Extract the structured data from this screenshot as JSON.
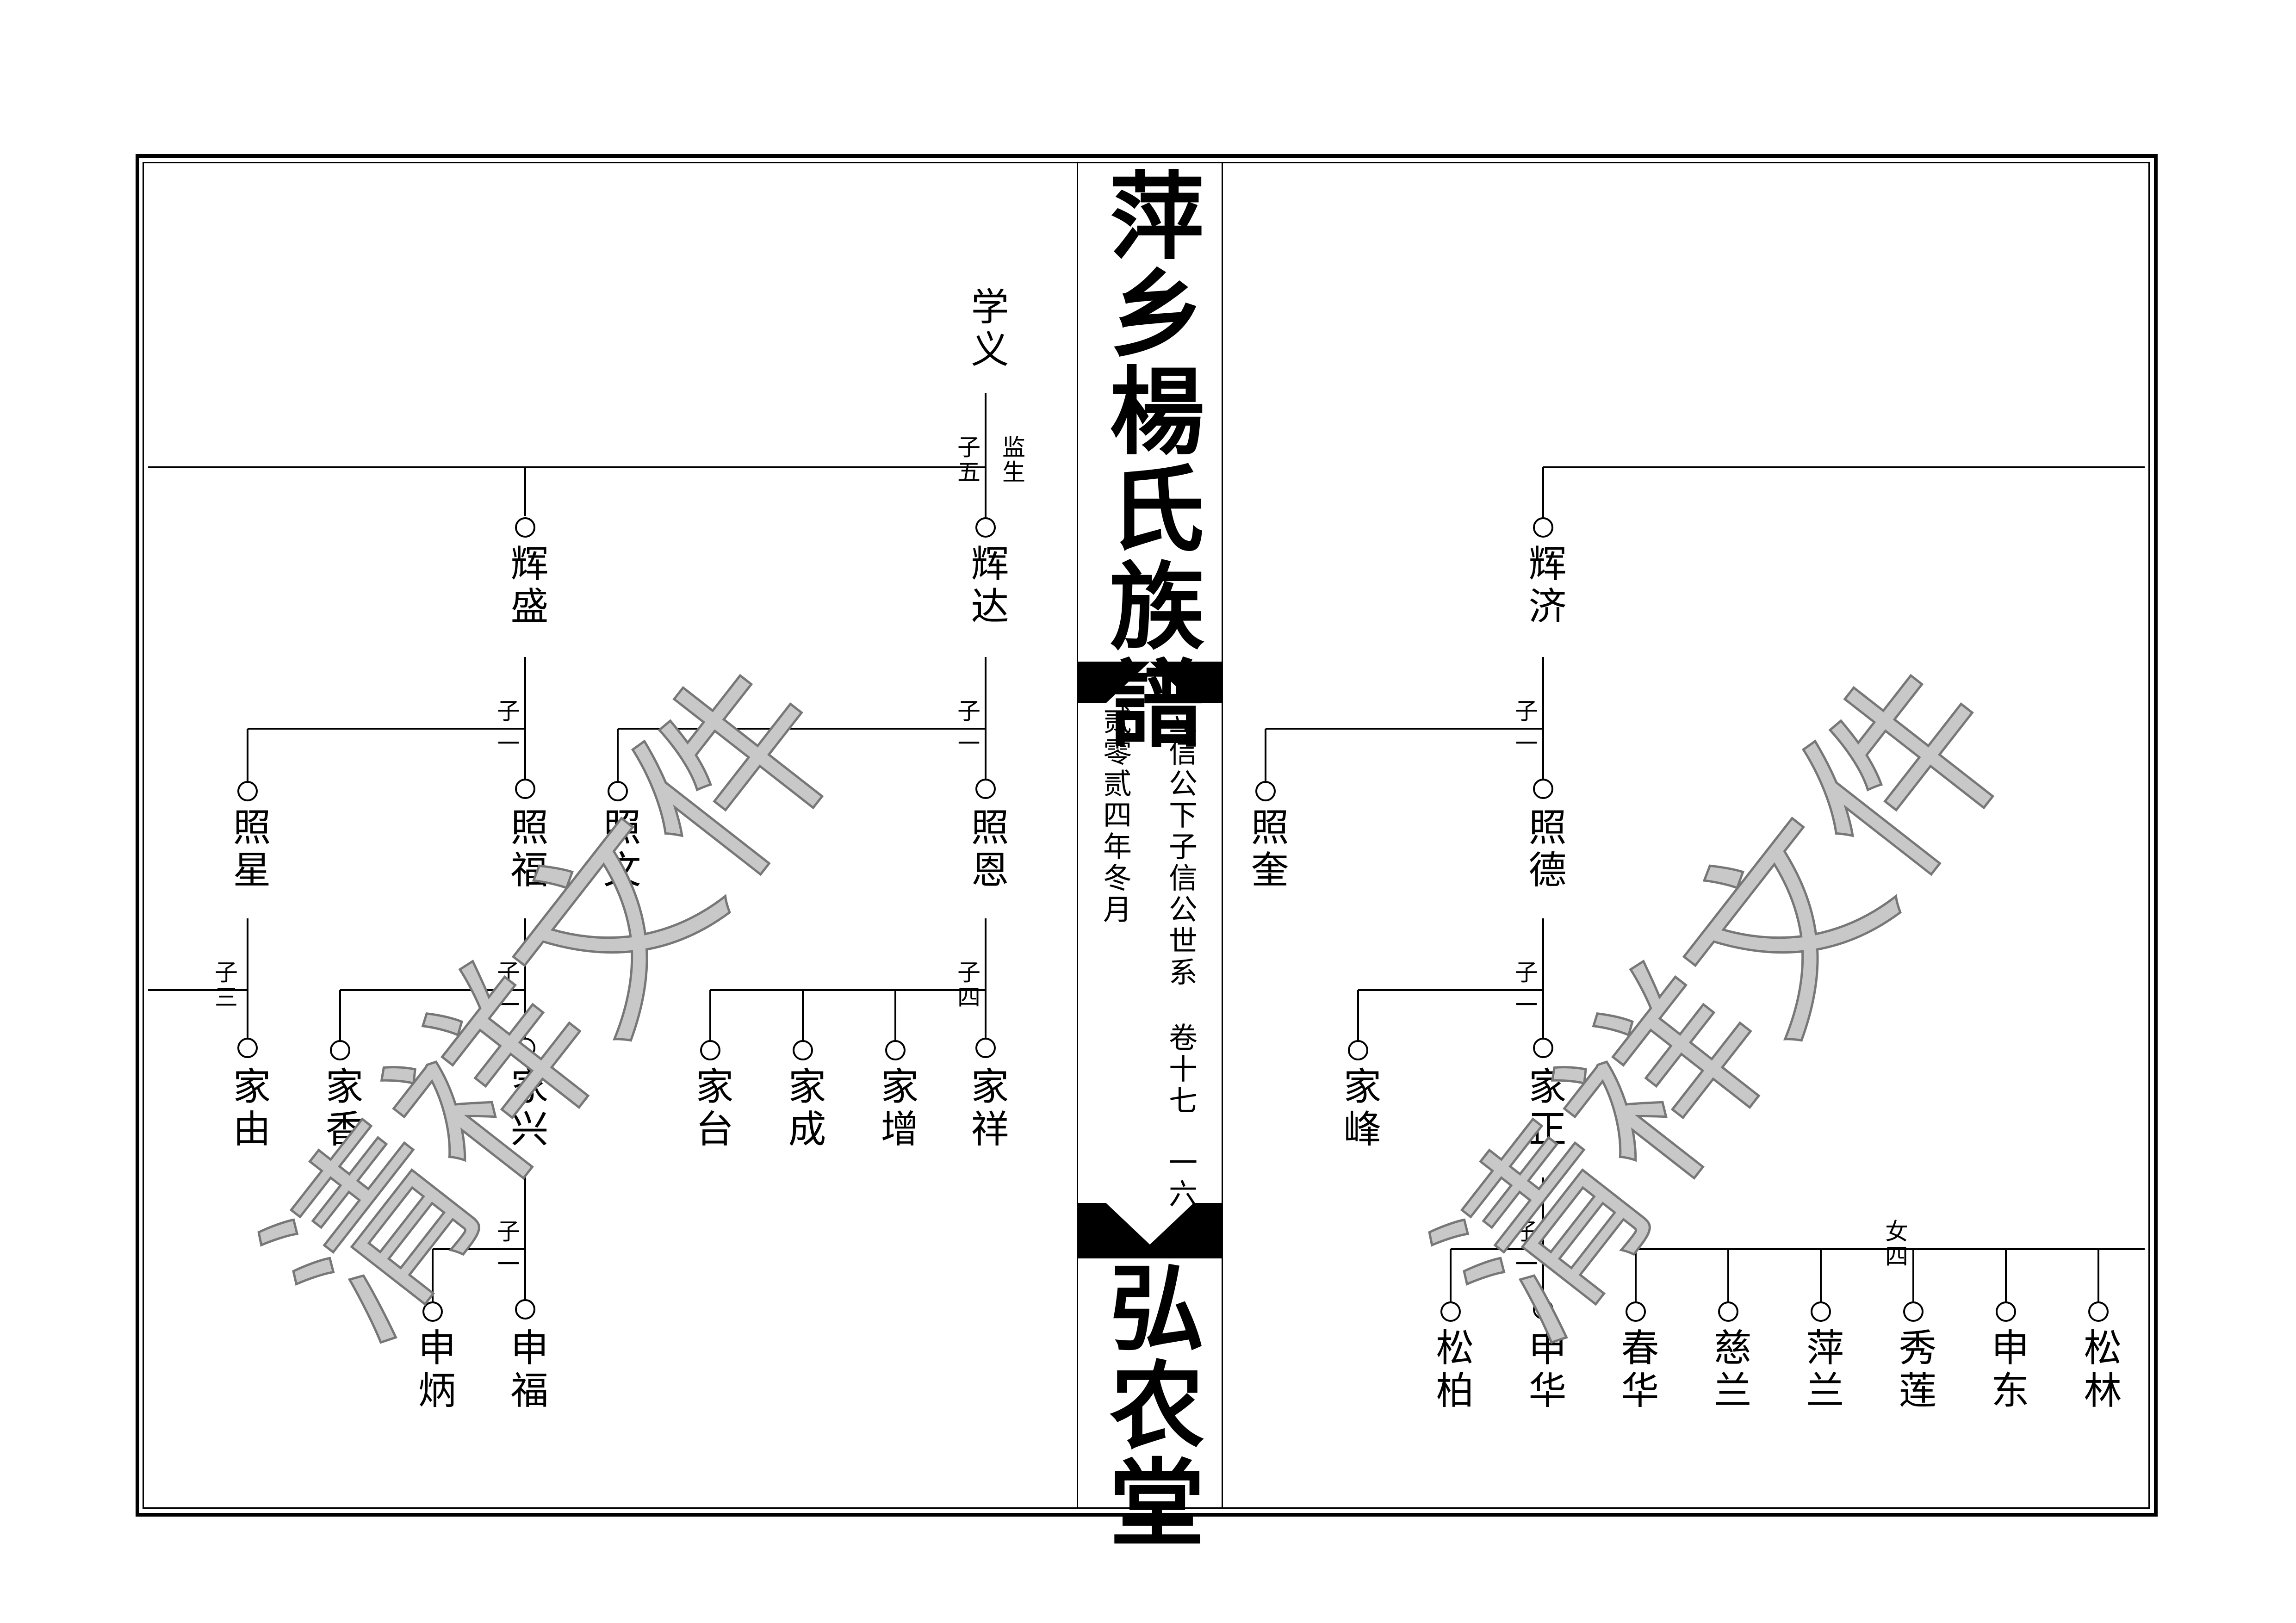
{
  "book": {
    "title": "萍乡楊氏族譜",
    "hall": "弘农堂",
    "series": "立信公下子信公世系",
    "volume": "卷十七",
    "page": "一六",
    "date": "贰零贰四年冬月"
  },
  "watermark": "清祥文件",
  "left": {
    "root": {
      "name": "学义",
      "note": "监生",
      "children_count": "子五"
    },
    "gen1": {
      "huida": "辉达",
      "huisheng": "辉盛"
    },
    "gen1_counts": {
      "huida": "子二",
      "huisheng": "子二"
    },
    "gen2": {
      "zhaoen": "照恩",
      "zhaowen": "照文",
      "zhaofu": "照福",
      "zhaoxing": "照星"
    },
    "gen2_counts": {
      "zhaoen": "子四",
      "zhaofu": "子二",
      "zhaoxing": "子三"
    },
    "gen3": {
      "jiaxiang": "家祥",
      "jiazeng": "家增",
      "jiacheng": "家成",
      "jiatai": "家台",
      "jiaxing": "家兴",
      "jiaxiang2": "家香",
      "jiayou": "家由"
    },
    "gen3_counts": {
      "jiaxing": "子二"
    },
    "gen4": {
      "shenfu": "申福",
      "shenbing": "申炳"
    }
  },
  "right": {
    "gen1": {
      "huiji": "辉济"
    },
    "gen1_counts": {
      "huiji": "子二"
    },
    "gen2": {
      "zhaode": "照德",
      "zhaokui": "照奎"
    },
    "gen2_counts": {
      "zhaode": "子二"
    },
    "gen3": {
      "jiazheng": "家正",
      "jiafeng": "家峰"
    },
    "gen3_counts": {
      "jiazheng": "子二",
      "daughters": "女四"
    },
    "gen4": {
      "shenhua": "申华",
      "songbai": "松柏",
      "chunhua": "春华",
      "cilan": "慈兰",
      "pinglan": "萍兰",
      "xiulian": "秀莲",
      "shendong": "申东",
      "songlin": "松林"
    }
  }
}
